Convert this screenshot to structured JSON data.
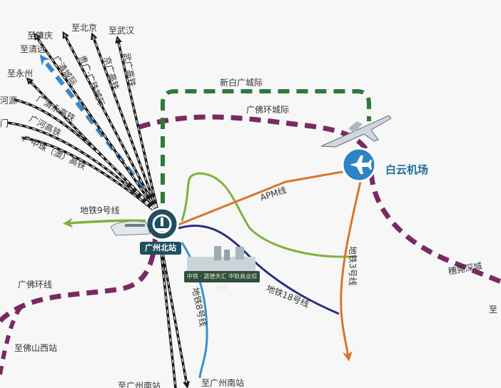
{
  "map": {
    "colors": {
      "background": "#f7f7f7",
      "rail": "#1a1a1a",
      "guangqing_intercity": "#3a86c8",
      "xinbai_intercity": "#2f7a3a",
      "guangfo_ring": "#7a2a63",
      "metro_9": "#7fb23a",
      "apm": "#d9762b",
      "metro_18": "#2a2f82",
      "metro_3": "#d9762b",
      "metro_8": "#3a92c6",
      "station": "#1f4f5f"
    },
    "destinations": {
      "zhaoqing": "至肇庆",
      "qingyuan": "至清远",
      "beijing": "至北京",
      "wuhan": "至武汉",
      "yongzhou": "至永州",
      "heyuan_partial": "河源",
      "xiamen_partial": "门",
      "foshan_west": "至佛山西站",
      "guangzhou_south_left": "至广州南站",
      "guangzhou_south_right": "至广州南站",
      "right_edge_partial": "至"
    },
    "lines": {
      "guangqing": "广清城际",
      "guiguang_guangzhu": "贵广·广珠城际",
      "jingguang": "京广高铁",
      "wuguang": "武广高铁",
      "guangqingyong": "广清永高铁",
      "guanghe": "广河高铁",
      "guangzhongzhu": "广中珠（澳）高铁",
      "xinbai": "新白广城际",
      "guangfo_ring_top": "广佛环城际",
      "guangfo_ring_left": "广佛环线",
      "metro_9": "地铁9号线",
      "apm": "APM线",
      "metro_18": "地铁18号线",
      "metro_3": "地铁3号线",
      "metro_8": "地铁8号线",
      "suiguan_shenhui": "穗莞深城"
    },
    "stations": {
      "guangzhou_north": "广州北站",
      "baiyun_airport": "白云机场"
    },
    "complex": {
      "label": "中铁 · 諾德天汇   中轨商业综合体"
    },
    "icons": {
      "station": "railway-station-icon",
      "airport": "airplane-icon",
      "train": "high-speed-train-icon"
    }
  }
}
